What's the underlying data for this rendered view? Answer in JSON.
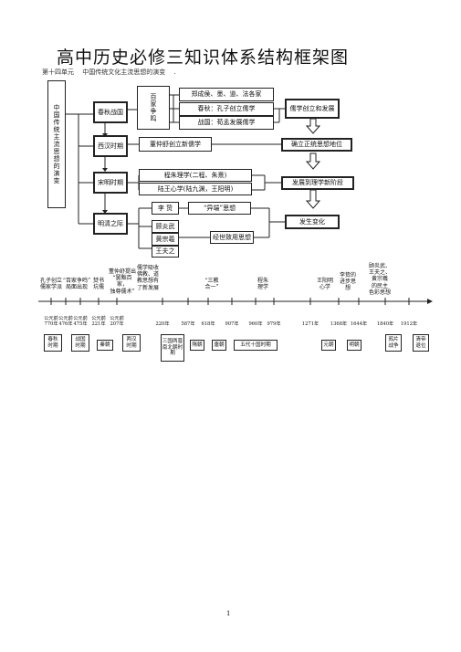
{
  "page": {
    "title": "高中历史必修三知识体系结构框架图",
    "subtitle": "第十四单元　 中国传统文化主流思想的演变　 .",
    "page_number": "1"
  },
  "diagram": {
    "root": "中国传统主流思想的演变",
    "periods": {
      "chunqiu": "春秋战国",
      "xihan": "西汉时期",
      "songming": "宋明时期",
      "mingqing": "明清之际"
    },
    "baijia": "百家争鸣",
    "items": {
      "zhengcheng": "郑成侯、墨、道、法各家",
      "kongzi": "春秋：孔子创立儒学",
      "mengxun": "战国：荀孟发展儒学",
      "dongzhongshu": "董仲舒创立新儒学",
      "chengzhu": "程朱理学(二程、朱熹)",
      "luwang": "陆王心学(陆九渊，王阳明)",
      "lizhi": "李 贽",
      "yiduan": "“异端”思想",
      "huangzongxi": "顾炎武",
      "gu": "黄宗羲",
      "wang": "王夫之",
      "jingshi": "经世致用思想"
    },
    "right": {
      "ruxue": "儒学创立和发展",
      "zhengtong": "确立正统思想地位",
      "lixue": "发展到理学新阶段",
      "tubian": "发生变化"
    }
  },
  "timeline": {
    "events": [
      "孔子创立\n儒家学派",
      "“百家争鸣”\n局面出现",
      "焚书\n坑儒",
      "董仲舒提出\n“罢黜百家，\n独尊儒术”",
      "儒学吸收\n佛教、道\n教思想有\n了新发展",
      "“三教\n合一”",
      "程朱\n理学",
      "王阳明\n心学",
      "李贽的\n进步思\n想",
      "顾炎武、\n王夫之、\n黄宗羲\n的民主\n色彩思想"
    ],
    "dates": [
      "公元前\n770年",
      "公元前\n476年",
      "公元前\n475年",
      "公元前\n221年",
      "公元前\n207年",
      "220年",
      "587年",
      "618年",
      "907年",
      "960年",
      "979年",
      "1271年",
      "1368年",
      "1644年",
      "1840年",
      "1912年"
    ],
    "eras": [
      "春秋\n时期",
      "战国\n时期",
      "秦朝",
      "两汉\n时期",
      "三国两晋\n南北朝时\n期",
      "隋朝",
      "唐朝",
      "五代十国时期",
      "元朝",
      "明朝",
      "鸦片\n战争",
      "清帝\n退位"
    ]
  }
}
